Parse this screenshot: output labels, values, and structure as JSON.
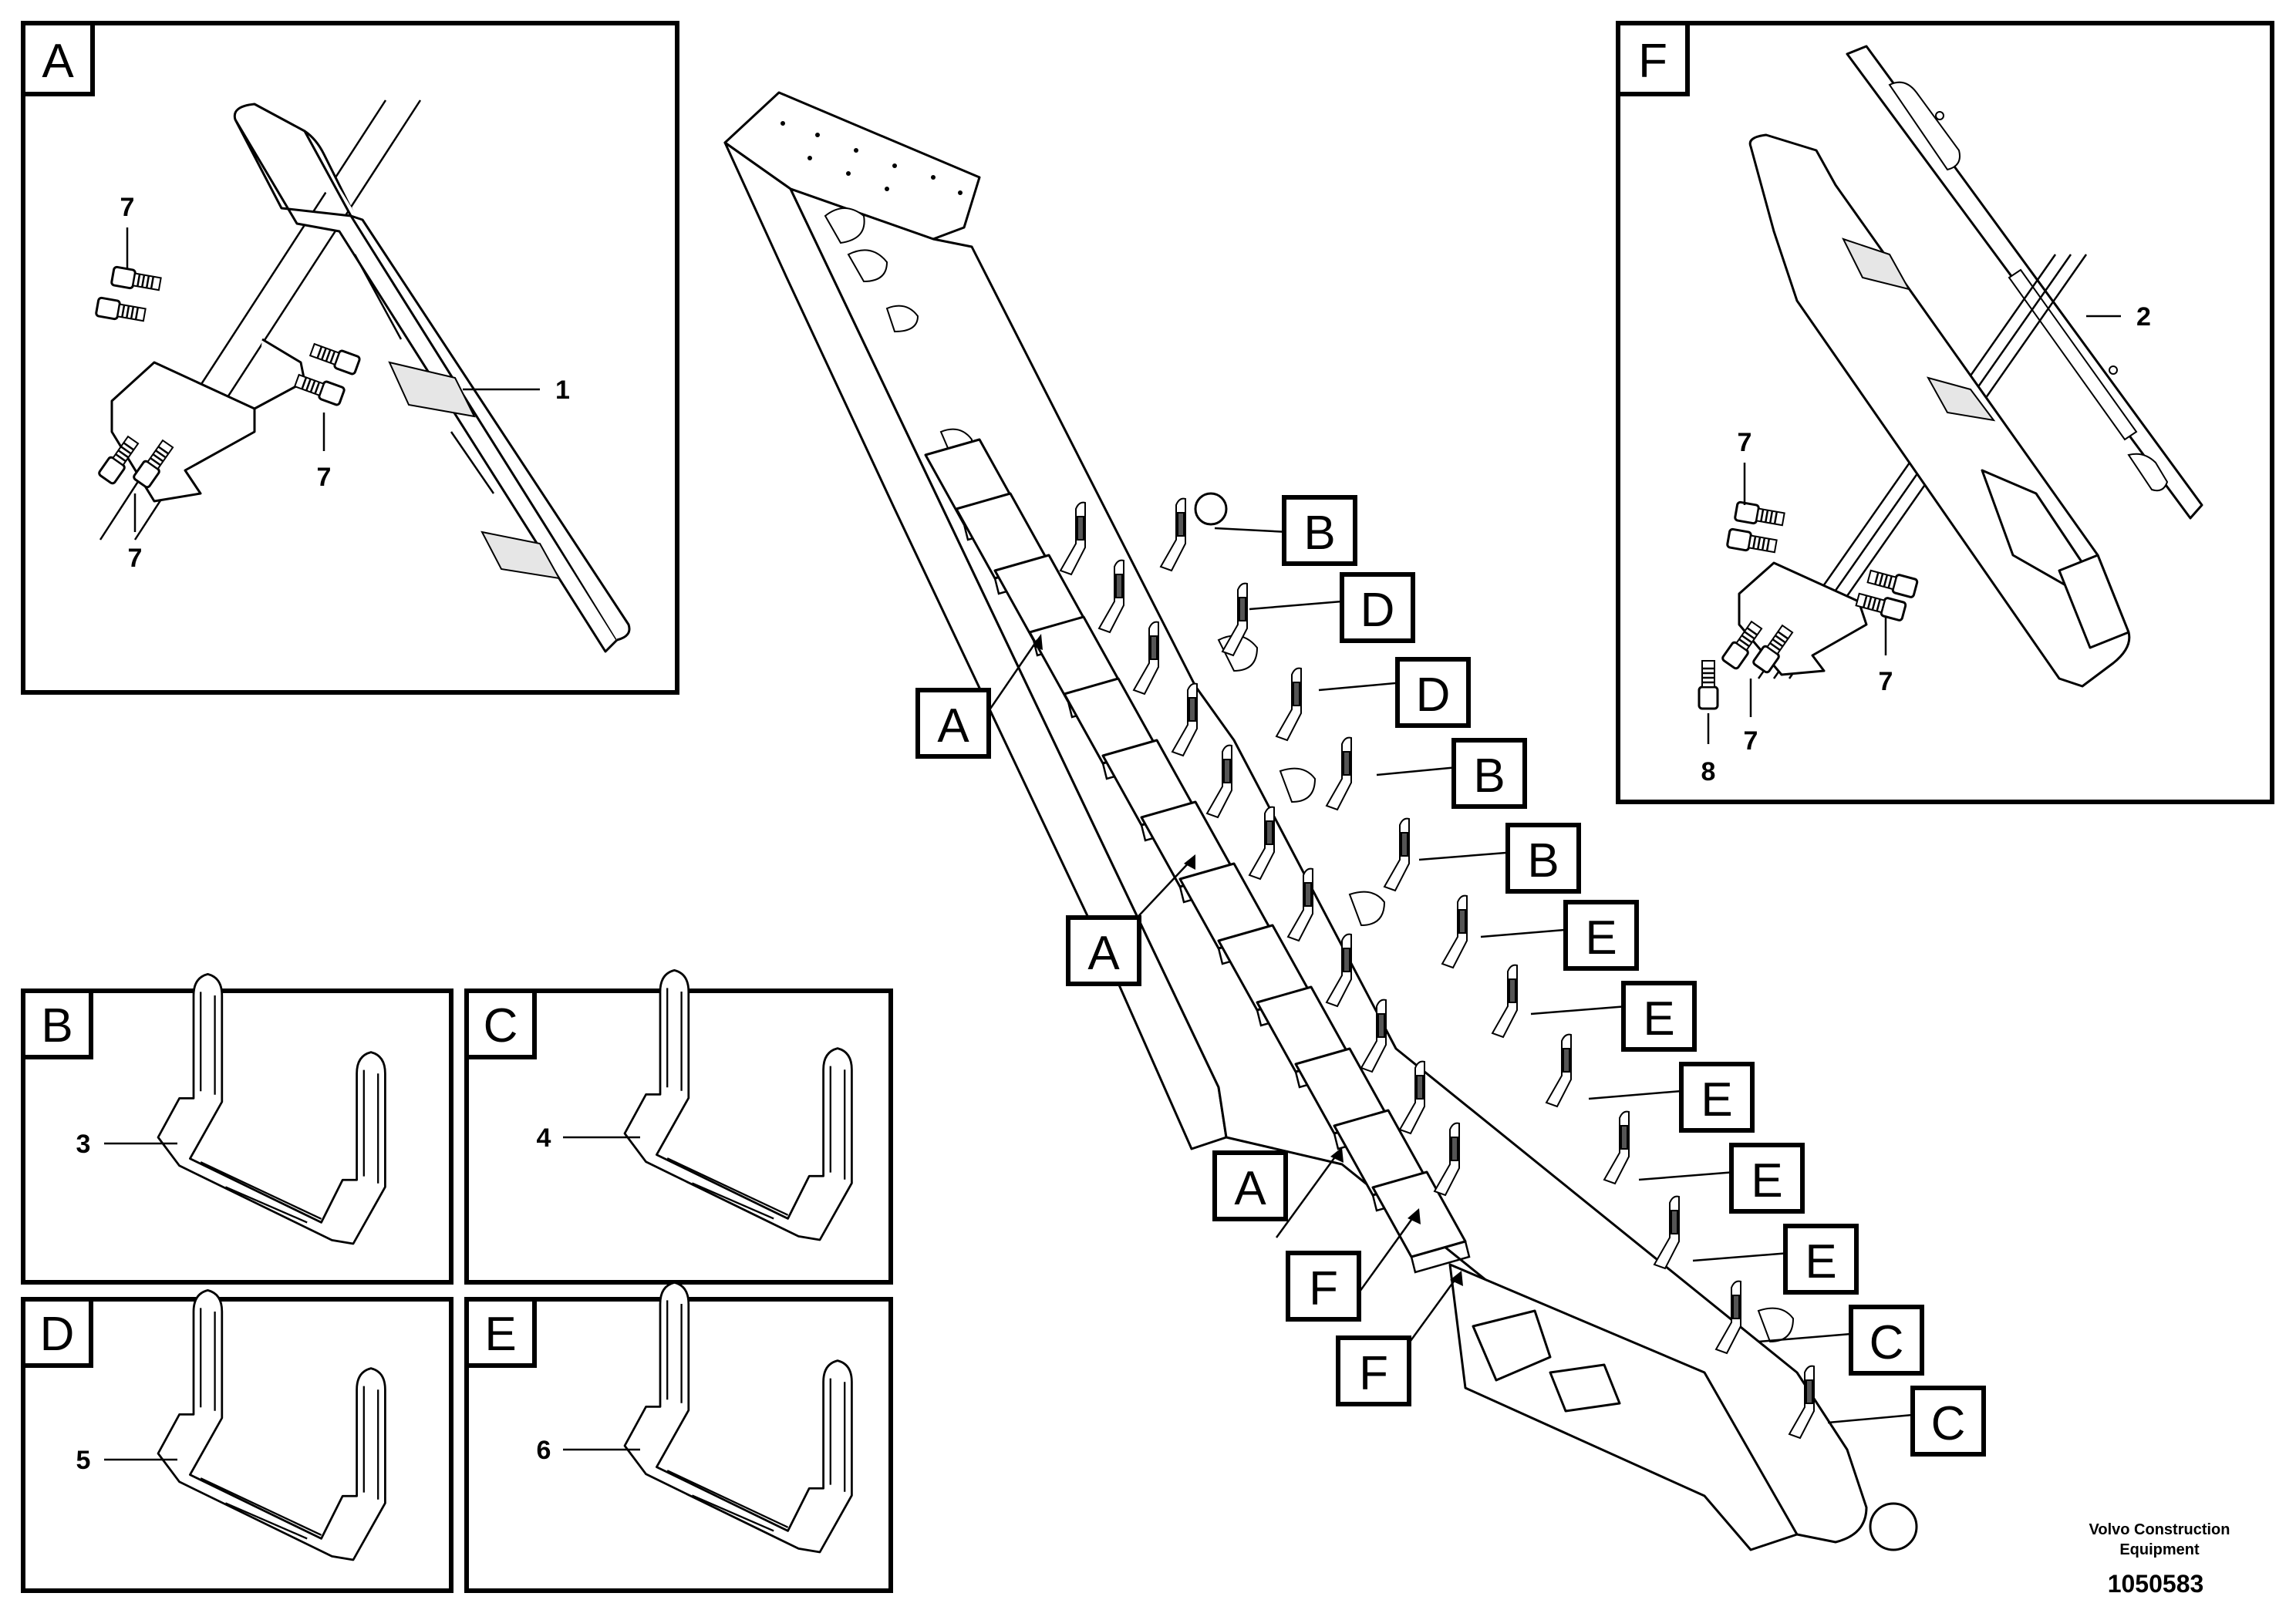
{
  "panels": {
    "A": {
      "letter": "A",
      "labels": [
        "7",
        "7",
        "7",
        "1"
      ]
    },
    "F": {
      "letter": "F",
      "labels": [
        "2",
        "7",
        "7",
        "7",
        "8"
      ]
    },
    "B": {
      "letter": "B",
      "label": "3"
    },
    "C": {
      "letter": "C",
      "label": "4"
    },
    "D": {
      "letter": "D",
      "label": "5"
    },
    "E": {
      "letter": "E",
      "label": "6"
    }
  },
  "callouts": {
    "left": [
      "A",
      "A",
      "A",
      "F",
      "F"
    ],
    "right": [
      "B",
      "D",
      "D",
      "B",
      "B",
      "E",
      "E",
      "E",
      "E",
      "E",
      "C",
      "C"
    ]
  },
  "footer": {
    "brand_line1": "Volvo Construction",
    "brand_line2": "Equipment",
    "drawing_number": "1050583"
  }
}
